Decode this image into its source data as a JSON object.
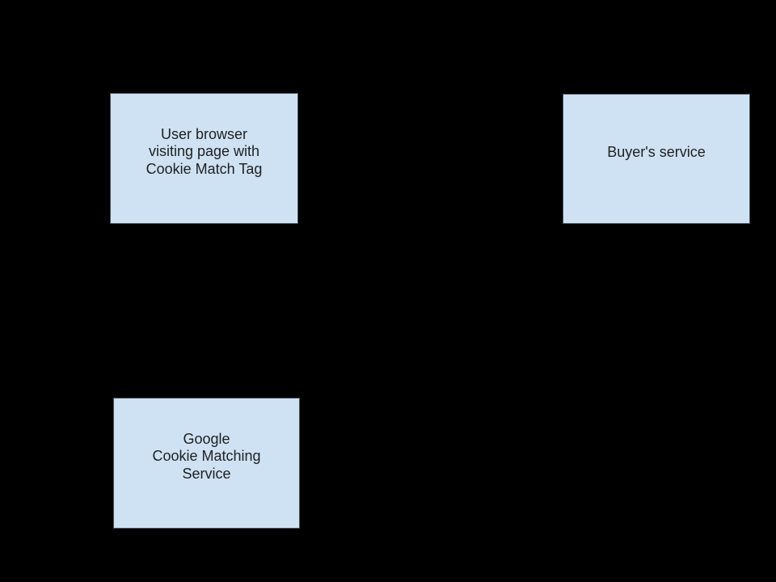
{
  "diagram": {
    "background": "#000000",
    "node_fill": "#cfe2f3",
    "node_border": "#49525b",
    "text_color": "#1f1f1f",
    "nodes": {
      "user_browser": {
        "text": "User browser\nvisiting page with\nCookie Match Tag"
      },
      "buyers_service": {
        "text": "Buyer's service"
      },
      "google_cookie_matching": {
        "text": "Google\nCookie Matching\nService"
      }
    }
  }
}
